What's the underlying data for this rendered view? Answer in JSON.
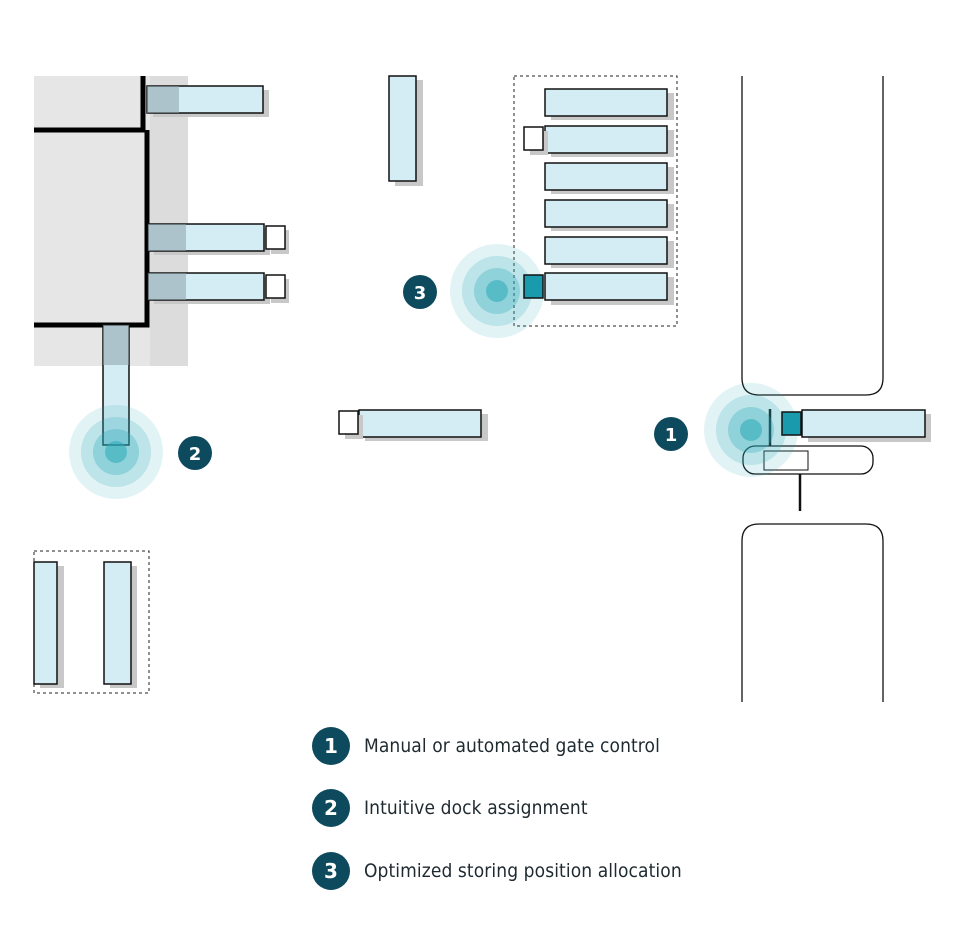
{
  "colors": {
    "badge": "#0d4a5e",
    "trailer_fill": "#d4ecf3",
    "highlight_cab": "#1a9aad",
    "pulse": "#2aa9b8",
    "building_shadow": "#e3e3e3"
  },
  "markers": [
    {
      "number": "1",
      "subject": "gate-control"
    },
    {
      "number": "2",
      "subject": "dock-assignment"
    },
    {
      "number": "3",
      "subject": "storing-position"
    }
  ],
  "legend": [
    {
      "number": "1",
      "label": "Manual or automated gate control",
      "icon": "badge-1-icon"
    },
    {
      "number": "2",
      "label": "Intuitive dock assignment",
      "icon": "badge-2-icon"
    },
    {
      "number": "3",
      "label": "Optimized storing position allocation",
      "icon": "badge-3-icon"
    }
  ]
}
